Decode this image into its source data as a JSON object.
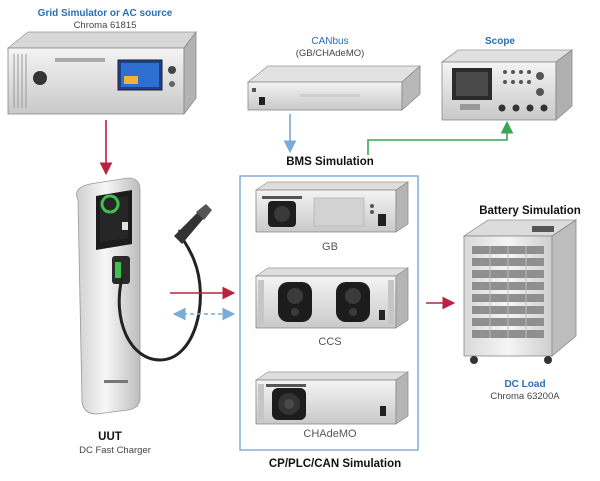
{
  "grid_source": {
    "title": "Grid Simulator or AC source",
    "model": "Chroma 61815"
  },
  "canbus": {
    "title": "CANbus",
    "subtitle": "(GB/CHAdeMO)"
  },
  "scope": {
    "title": "Scope"
  },
  "bms": {
    "title": "BMS Simulation"
  },
  "battery": {
    "title": "Battery Simulation"
  },
  "modules": {
    "gb": "GB",
    "ccs": "CCS",
    "chademo": "CHAdeMO"
  },
  "dc_load": {
    "title": "DC Load",
    "model": "Chroma 63200A"
  },
  "uut": {
    "title": "UUT",
    "subtitle": "DC Fast Charger"
  },
  "footer": {
    "title": "CP/PLC/CAN Simulation"
  },
  "colors": {
    "label_blue": "#2a6fb5",
    "arrow_red": "#b8233f",
    "arrow_blue": "#7aaad6",
    "arrow_green": "#3aa655",
    "box_border": "#7aa8d4"
  }
}
